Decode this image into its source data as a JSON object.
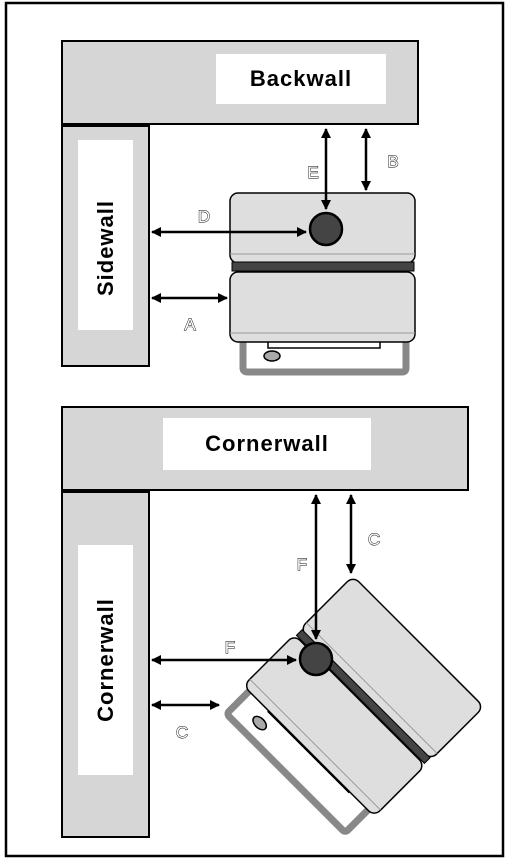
{
  "top_diagram": {
    "backwall_label": "Backwall",
    "sidewall_label": "Sidewall",
    "dimensions": {
      "a": "A",
      "b": "B",
      "d": "D",
      "e": "E"
    }
  },
  "bottom_diagram": {
    "top_wall_label": "Cornerwall",
    "side_wall_label": "Cornerwall",
    "dimensions": {
      "c_top": "C",
      "f_vertical": "F",
      "f_horizontal": "F",
      "c_side": "C"
    }
  },
  "colors": {
    "wall_fill": "#d6d6d6",
    "unit_fill": "#dedede",
    "center_dot": "#444444",
    "outline": "#000000"
  },
  "icons": {
    "arrow": "double-headed-arrow",
    "center_mark": "center-dot-icon"
  }
}
